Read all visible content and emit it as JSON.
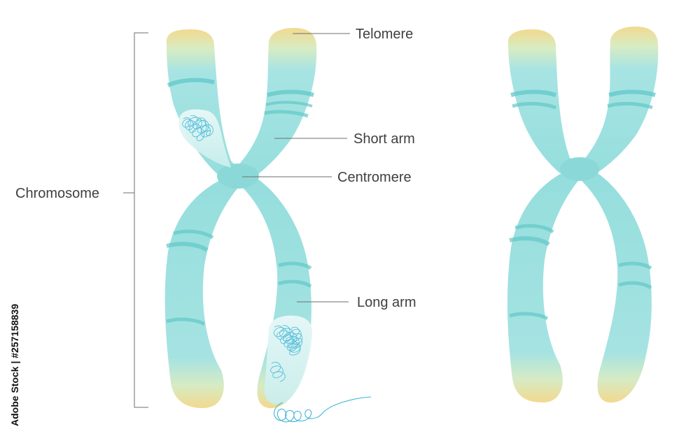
{
  "labels": {
    "telomere": "Telomere",
    "short_arm": "Short arm",
    "centromere": "Centromere",
    "long_arm": "Long arm",
    "chromosome": "Chromosome"
  },
  "watermark": {
    "stock_id": "Adobe Stock | #257158839"
  },
  "colors": {
    "chromatid": "#9fe3e2",
    "chromatid_shade": "#7fd3d4",
    "band": "#62c7c8",
    "telomere": "#f2d98f",
    "dna_strand": "#3fb6d6",
    "leader": "#6e6e6e",
    "text": "#3f3f3f"
  }
}
